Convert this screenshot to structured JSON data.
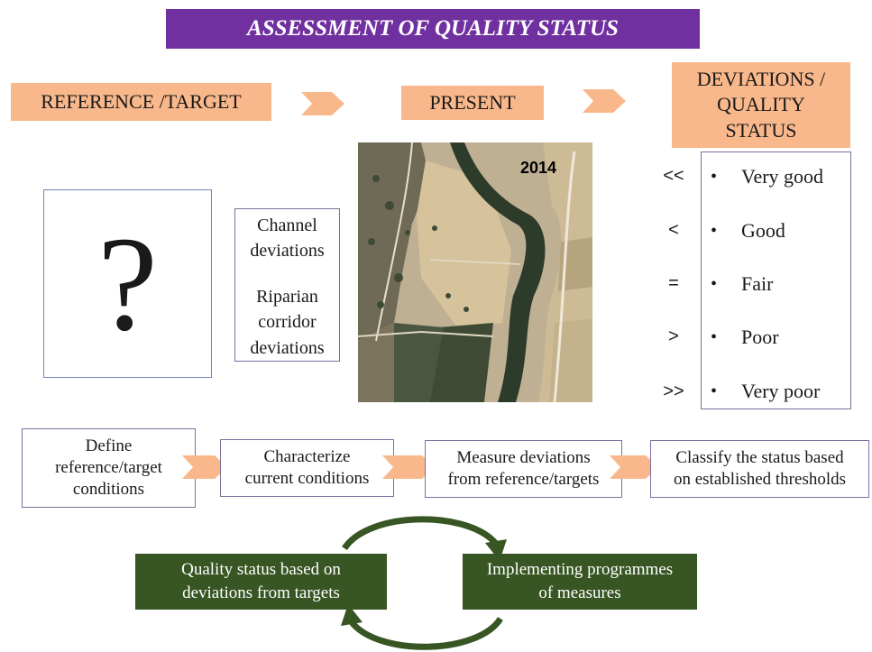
{
  "title": "ASSESSMENT OF QUALITY STATUS",
  "headers": {
    "reference": "REFERENCE /TARGET",
    "present": "PRESENT",
    "deviations_line1": "DEVIATIONS  /",
    "deviations_line2": "QUALITY",
    "deviations_line3": "STATUS"
  },
  "reference_box": {
    "symbol": "?"
  },
  "deviation_types": {
    "channel_line1": "Channel",
    "channel_line2": "deviations",
    "riparian_line1": "Riparian",
    "riparian_line2": "corridor",
    "riparian_line3": "deviations"
  },
  "photo": {
    "year": "2014"
  },
  "status_scale": [
    {
      "symbol": "<<",
      "bullet": "•",
      "label": "Very good"
    },
    {
      "symbol": "<",
      "bullet": "•",
      "label": "Good"
    },
    {
      "symbol": "=",
      "bullet": "•",
      "label": "Fair"
    },
    {
      "symbol": ">",
      "bullet": "•",
      "label": "Poor"
    },
    {
      "symbol": ">>",
      "bullet": "•",
      "label": "Very poor"
    }
  ],
  "steps": [
    {
      "line1": "Define",
      "line2": "reference/target",
      "line3": "conditions"
    },
    {
      "line1": "Characterize",
      "line2": "current conditions"
    },
    {
      "line1": "Measure deviations",
      "line2": "from reference/targets"
    },
    {
      "line1": "Classify the status based",
      "line2": "on established thresholds"
    }
  ],
  "cycle": {
    "left_line1": "Quality status based on",
    "left_line2": "deviations  from targets",
    "right_line1": "Implementing  programmes",
    "right_line2": "of measures"
  },
  "colors": {
    "title_bg": "#7030a0",
    "peach": "#f9b88b",
    "box_border": "#7f6d9d",
    "cycle_green": "#375623"
  }
}
